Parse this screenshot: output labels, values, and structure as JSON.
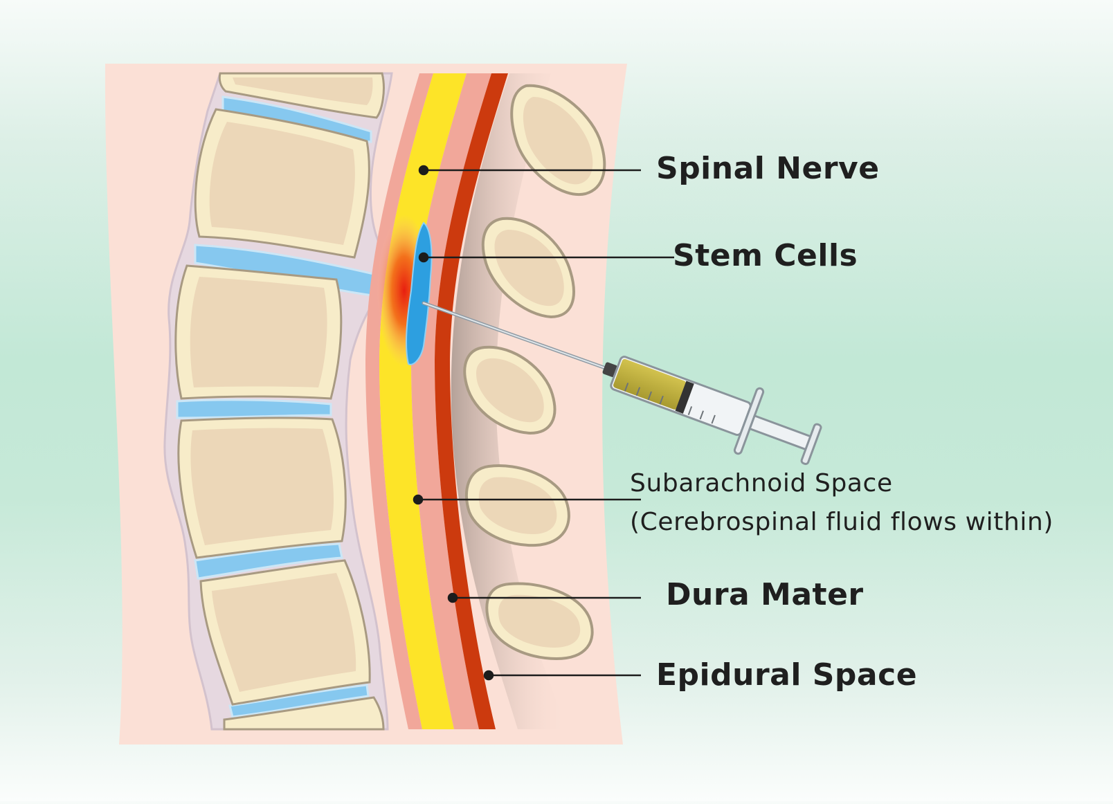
{
  "labels": {
    "spinal_nerve": "Spinal Nerve",
    "stem_cells": "Stem Cells",
    "subarachnoid_line1": "Subarachnoid Space",
    "subarachnoid_line2": "(Cerebrospinal fluid flows within)",
    "dura_mater": "Dura Mater",
    "epidural_space": "Epidural Space"
  },
  "colors": {
    "tissue": "#fbe0d6",
    "bone": "#f7ecc9",
    "bone_inner": "#ecd7b8",
    "disc": "#86c8ef",
    "spinal_cord": "#fde428",
    "pia": "#f1a79a",
    "dura": "#cc3a0e",
    "stem_cells": "#2d9fe0",
    "syringe_fluid": "#c8b844"
  }
}
